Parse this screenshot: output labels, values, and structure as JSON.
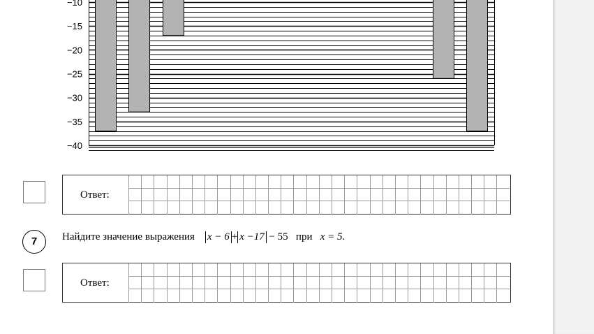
{
  "chart_data": {
    "type": "bar",
    "yticks": [
      "−10",
      "−15",
      "−20",
      "−25",
      "−30",
      "−35",
      "−40"
    ],
    "ytick_values": [
      -10,
      -15,
      -20,
      -25,
      -30,
      -35,
      -40
    ],
    "ylim": [
      -40,
      -10
    ],
    "grid": true,
    "bars": [
      {
        "value": -37
      },
      {
        "value": -33
      },
      {
        "value": -17
      },
      {
        "value": -26
      },
      {
        "value": -37
      }
    ],
    "colors": {
      "bar": "#b3b3b3",
      "grid": "#000000"
    }
  },
  "answer1": {
    "label": "Ответ:"
  },
  "task7": {
    "number": "7",
    "text": "Найдите значение выражения",
    "expr_a": "x − 6",
    "expr_plus": "+",
    "expr_b": "x −17",
    "expr_tail": "− 55",
    "when": "при",
    "cond": "x = 5."
  },
  "answer2": {
    "label": "Ответ:"
  }
}
